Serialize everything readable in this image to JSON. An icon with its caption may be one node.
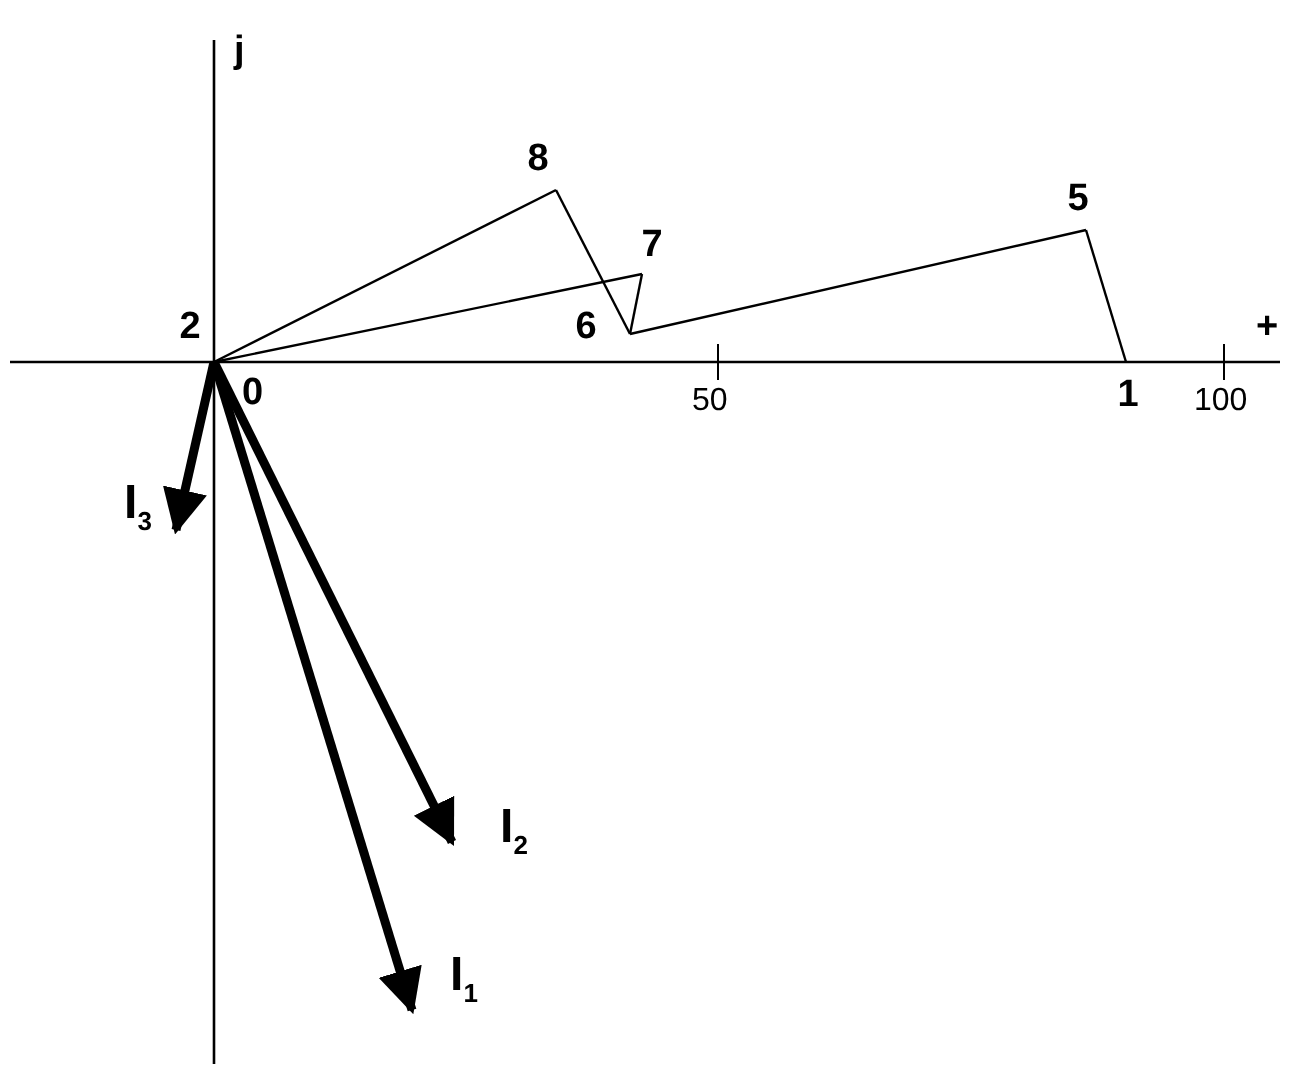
{
  "diagram": {
    "nodes": [
      {
        "text": [
          "2"
        ]
      },
      {
        "text": [
          "8"
        ]
      },
      {
        "text": [
          "7"
        ]
      },
      {
        "text": [
          "6"
        ]
      },
      {
        "text": [
          "5"
        ]
      },
      {
        "text": [
          "1"
        ]
      },
      {
        "text": [
          "I$_{3}$"
        ]
      },
      {
        "text": [
          "I$_{2}$"
        ]
      },
      {
        "text": [
          "I$_{1}$"
        ]
      }
    ],
    "edges": [
      {
        "from": 0,
        "to": 1,
        "arrow": "none"
      },
      {
        "from": 1,
        "to": 3,
        "arrow": "none"
      },
      {
        "from": 0,
        "to": 2,
        "arrow": "none"
      },
      {
        "from": 2,
        "to": 3,
        "arrow": "none"
      },
      {
        "from": 3,
        "to": 4,
        "arrow": "none"
      },
      {
        "from": 4,
        "to": 5,
        "arrow": "none"
      },
      {
        "from": 0,
        "to": 6,
        "arrow": "to",
        "style": "thick"
      },
      {
        "from": 0,
        "to": 7,
        "arrow": "to",
        "style": "thick"
      },
      {
        "from": 0,
        "to": 8,
        "arrow": "to",
        "style": "thick"
      }
    ],
    "labels": [
      "j",
      "+",
      "0",
      "50",
      "100"
    ]
  }
}
